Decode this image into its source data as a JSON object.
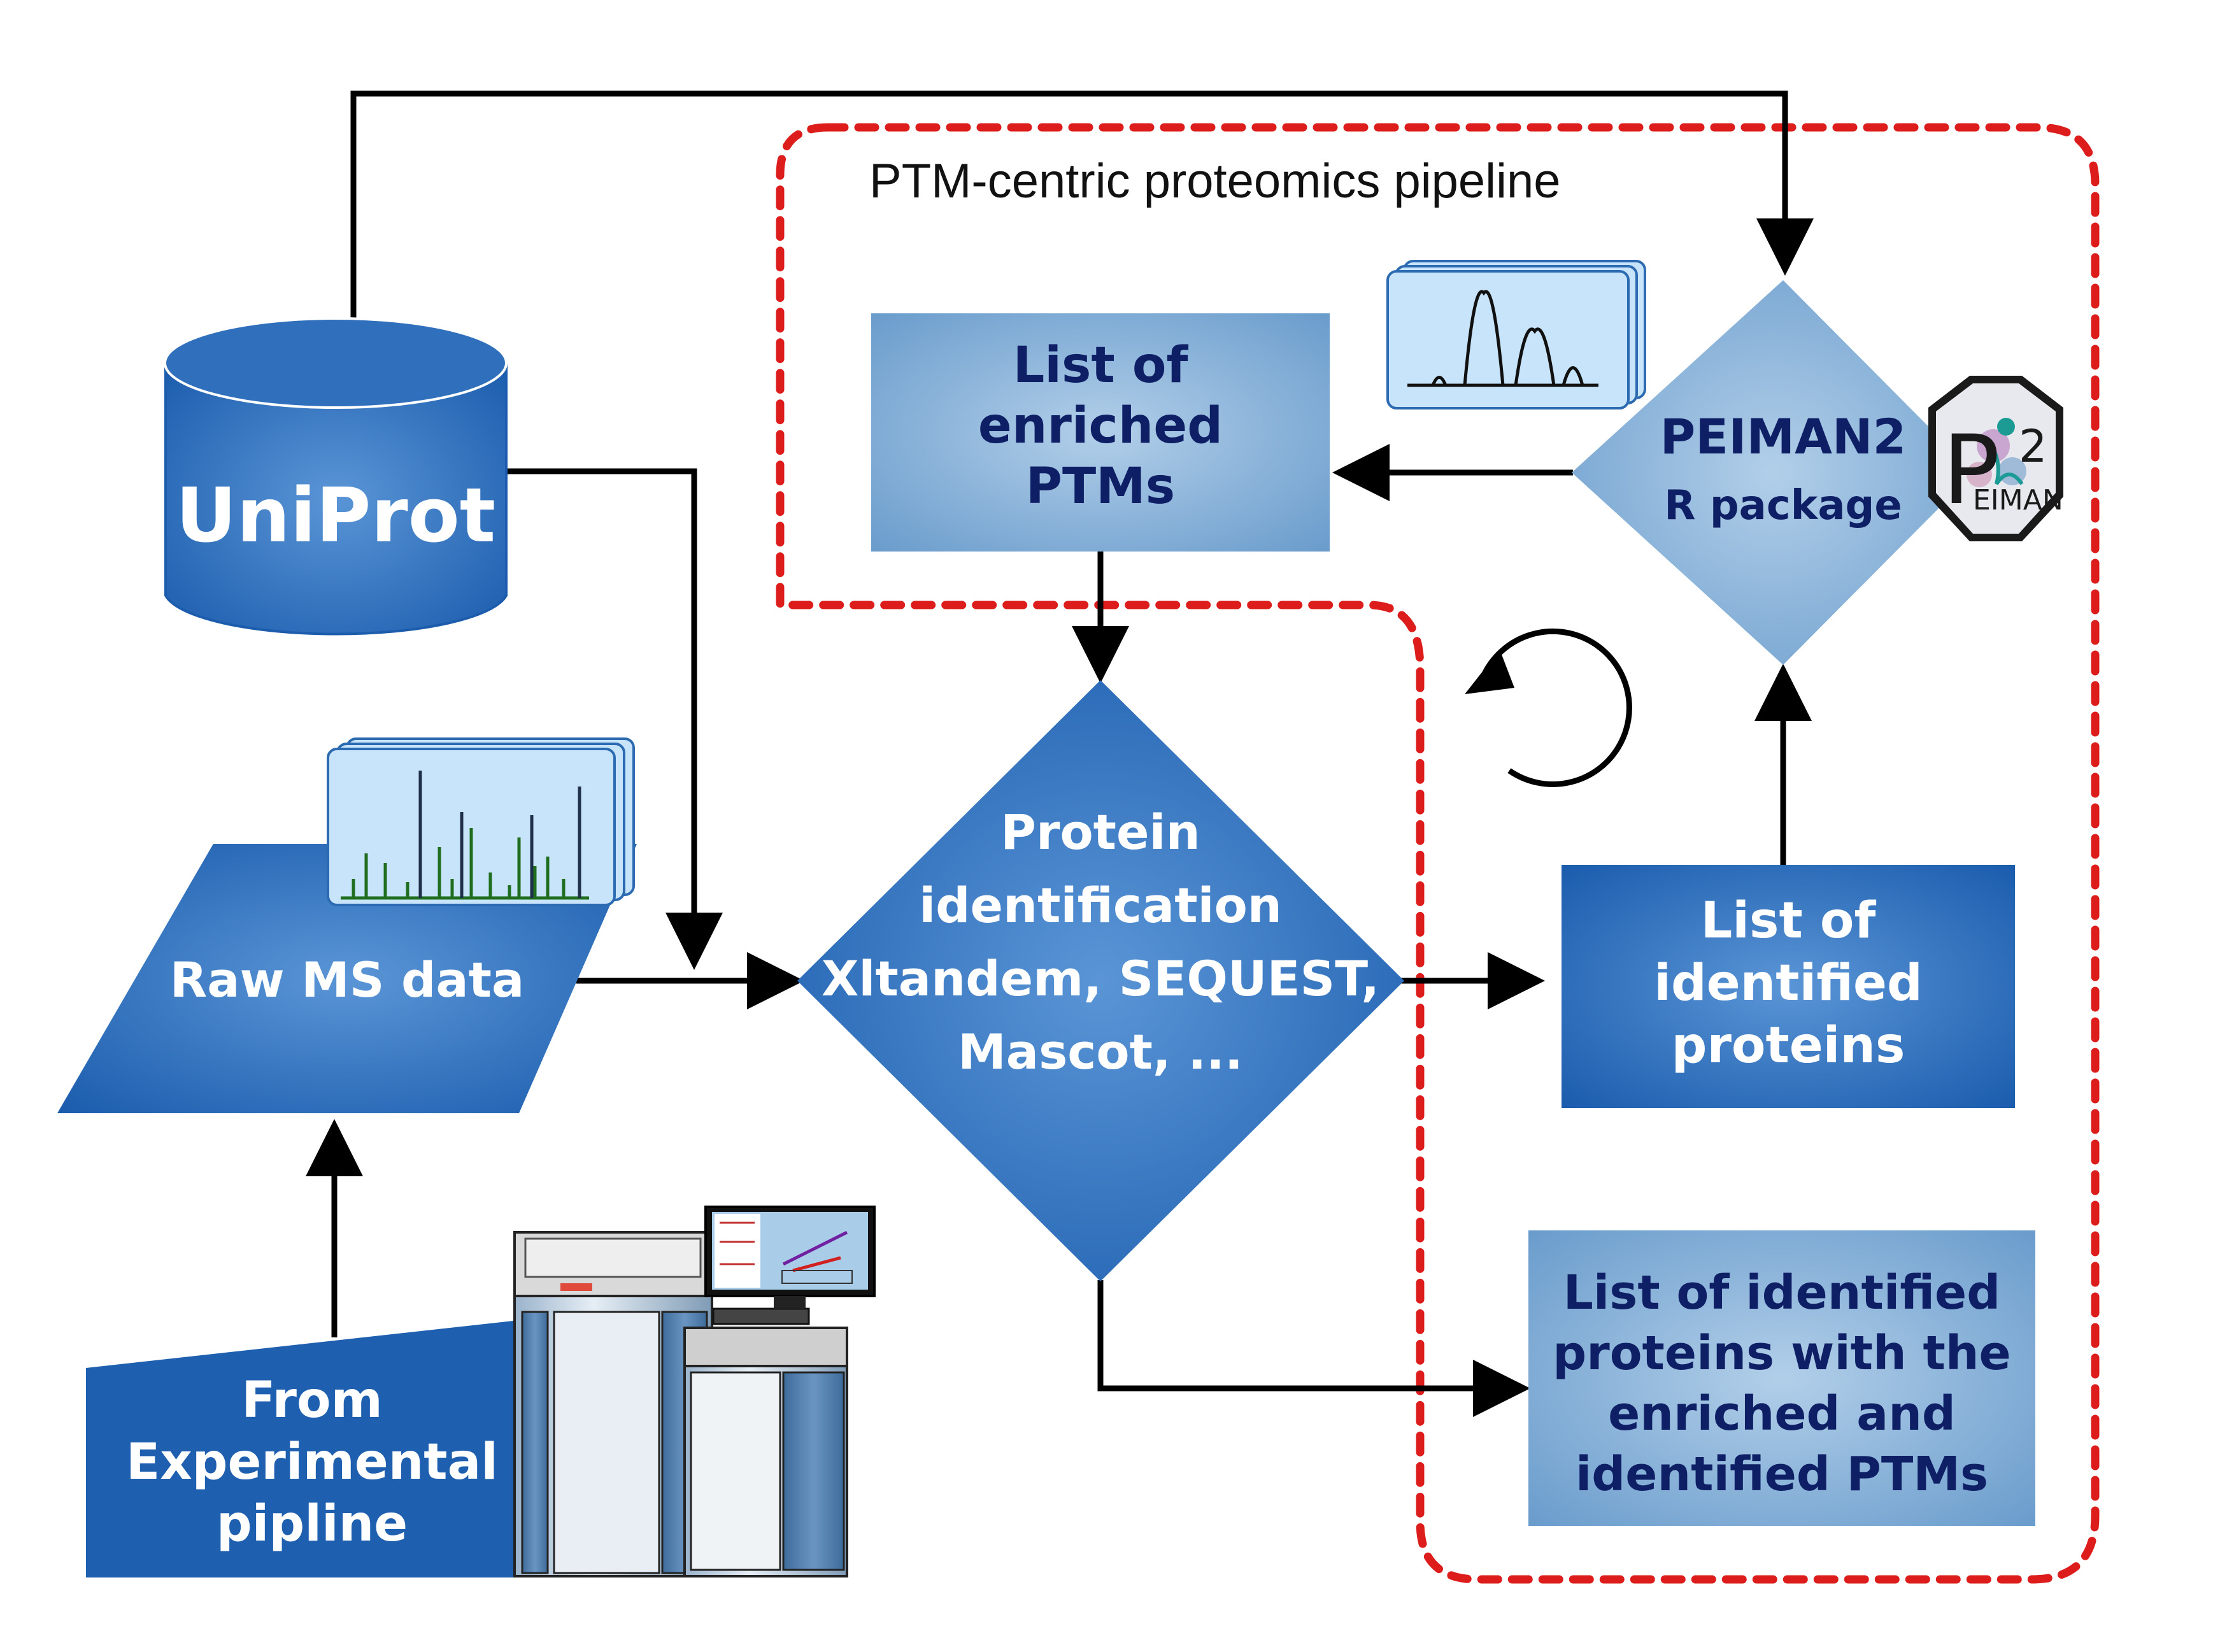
{
  "colors": {
    "dark_blue": "#1f5fb0",
    "mid_blue": "#2e6fbd",
    "light_blue": "#7ba8d4",
    "dark_navy_text": "#0f1f66",
    "red_dashed": "#dd1c1c",
    "black": "#000000",
    "spectrum_bg": "#c8e4fa",
    "peak_green": "#1f6e1f"
  },
  "pipeline": {
    "title": "PTM-centric proteomics pipeline"
  },
  "nodes": {
    "uniprot": {
      "label": "UniProt",
      "shape": "database-cylinder"
    },
    "raw_ms": {
      "label": "Raw MS data",
      "shape": "parallelogram"
    },
    "from_experimental": {
      "lines": [
        "From",
        "Experimental",
        "pipline"
      ],
      "shape": "manual-input"
    },
    "protein_identification": {
      "lines": [
        "Protein",
        "identification",
        "Xltandem, SEQUEST,",
        "Mascot, ..."
      ],
      "shape": "diamond"
    },
    "enriched_ptms": {
      "lines": [
        "List of",
        "enriched",
        "PTMs"
      ],
      "shape": "rectangle"
    },
    "peiman2": {
      "lines": [
        "PEIMAN2",
        "R package"
      ],
      "shape": "diamond"
    },
    "identified_proteins": {
      "lines": [
        "List of",
        "identified",
        "proteins"
      ],
      "shape": "rectangle"
    },
    "identified_with_ptms": {
      "lines": [
        "List of identified",
        "proteins with the",
        "enriched and",
        "identified PTMs"
      ],
      "shape": "rectangle"
    }
  },
  "logo": {
    "text": "EIMAN",
    "superscript": "2",
    "letter": "P"
  },
  "icons": {
    "ms_spectrum": "ms-spectrum-stack-icon",
    "chromatogram": "chromatogram-stack-icon",
    "mass_spectrometer": "mass-spectrometer-icon",
    "cycle": "cycle-arrow-icon",
    "hex_logo": "peiman-hex-logo"
  },
  "edges": [
    {
      "from": "uniprot",
      "to": "peiman2"
    },
    {
      "from": "uniprot",
      "to": "protein_identification"
    },
    {
      "from": "raw_ms",
      "to": "protein_identification"
    },
    {
      "from": "from_experimental",
      "to": "raw_ms"
    },
    {
      "from": "protein_identification",
      "to": "identified_proteins"
    },
    {
      "from": "protein_identification",
      "to": "identified_with_ptms"
    },
    {
      "from": "identified_proteins",
      "to": "peiman2"
    },
    {
      "from": "peiman2",
      "to": "enriched_ptms"
    },
    {
      "from": "enriched_ptms",
      "to": "protein_identification"
    }
  ]
}
